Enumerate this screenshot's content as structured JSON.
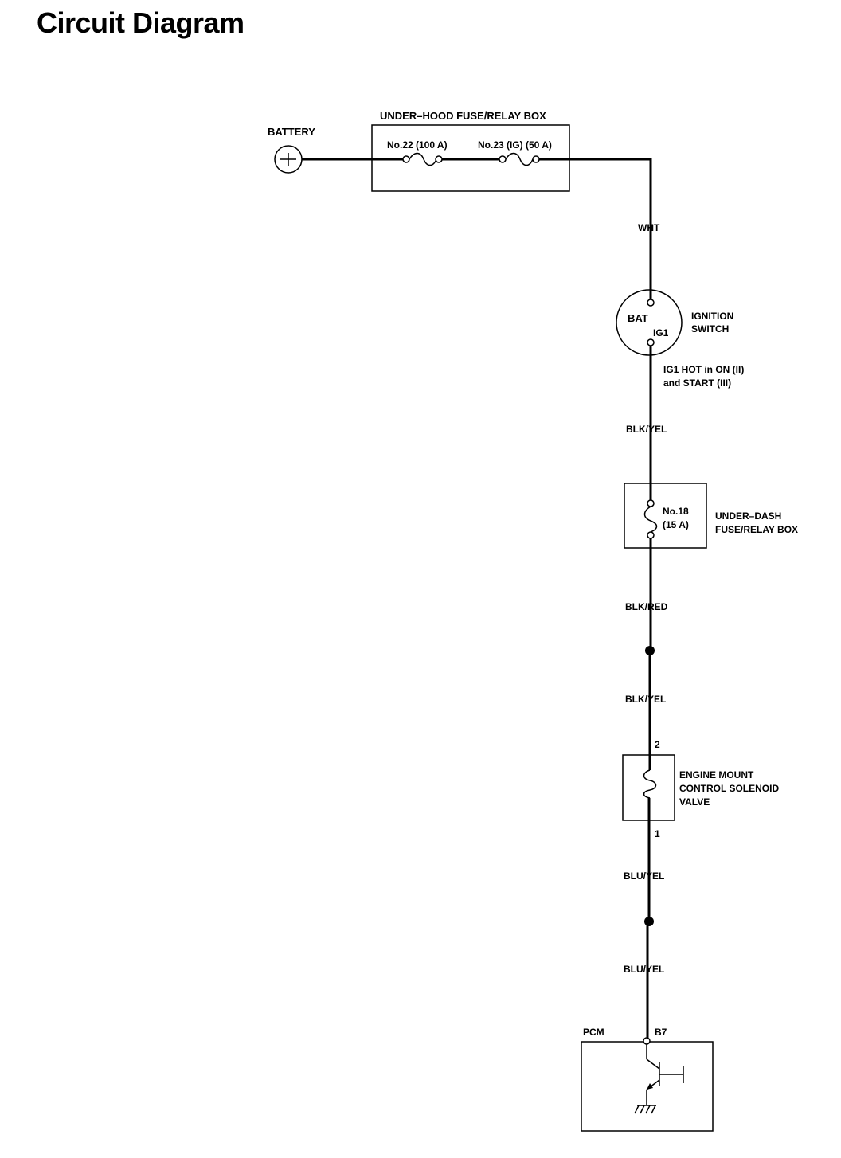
{
  "title": "Circuit Diagram",
  "components": {
    "battery": "BATTERY",
    "under_hood_box": "UNDER–HOOD FUSE/RELAY BOX",
    "fuse22": "No.22 (100 A)",
    "fuse23": "No.23 (IG) (50 A)",
    "ignition_switch": [
      "IGNITION",
      "SWITCH"
    ],
    "bat_terminal": "BAT",
    "ig1_terminal": "IG1",
    "ig1_note": [
      "IG1 HOT in ON (II)",
      "and START (III)"
    ],
    "fuse18": [
      "No.18",
      "(15 A)"
    ],
    "under_dash_box": [
      "UNDER–DASH",
      "FUSE/RELAY BOX"
    ],
    "solenoid": [
      "ENGINE MOUNT",
      "CONTROL SOLENOID",
      "VALVE"
    ],
    "solenoid_pin_top": "2",
    "solenoid_pin_bottom": "1",
    "pcm": "PCM",
    "pcm_pin": "B7"
  },
  "wires": [
    "WHT",
    "BLK/YEL",
    "BLK/RED",
    "BLK/YEL",
    "BLU/YEL",
    "BLU/YEL"
  ]
}
